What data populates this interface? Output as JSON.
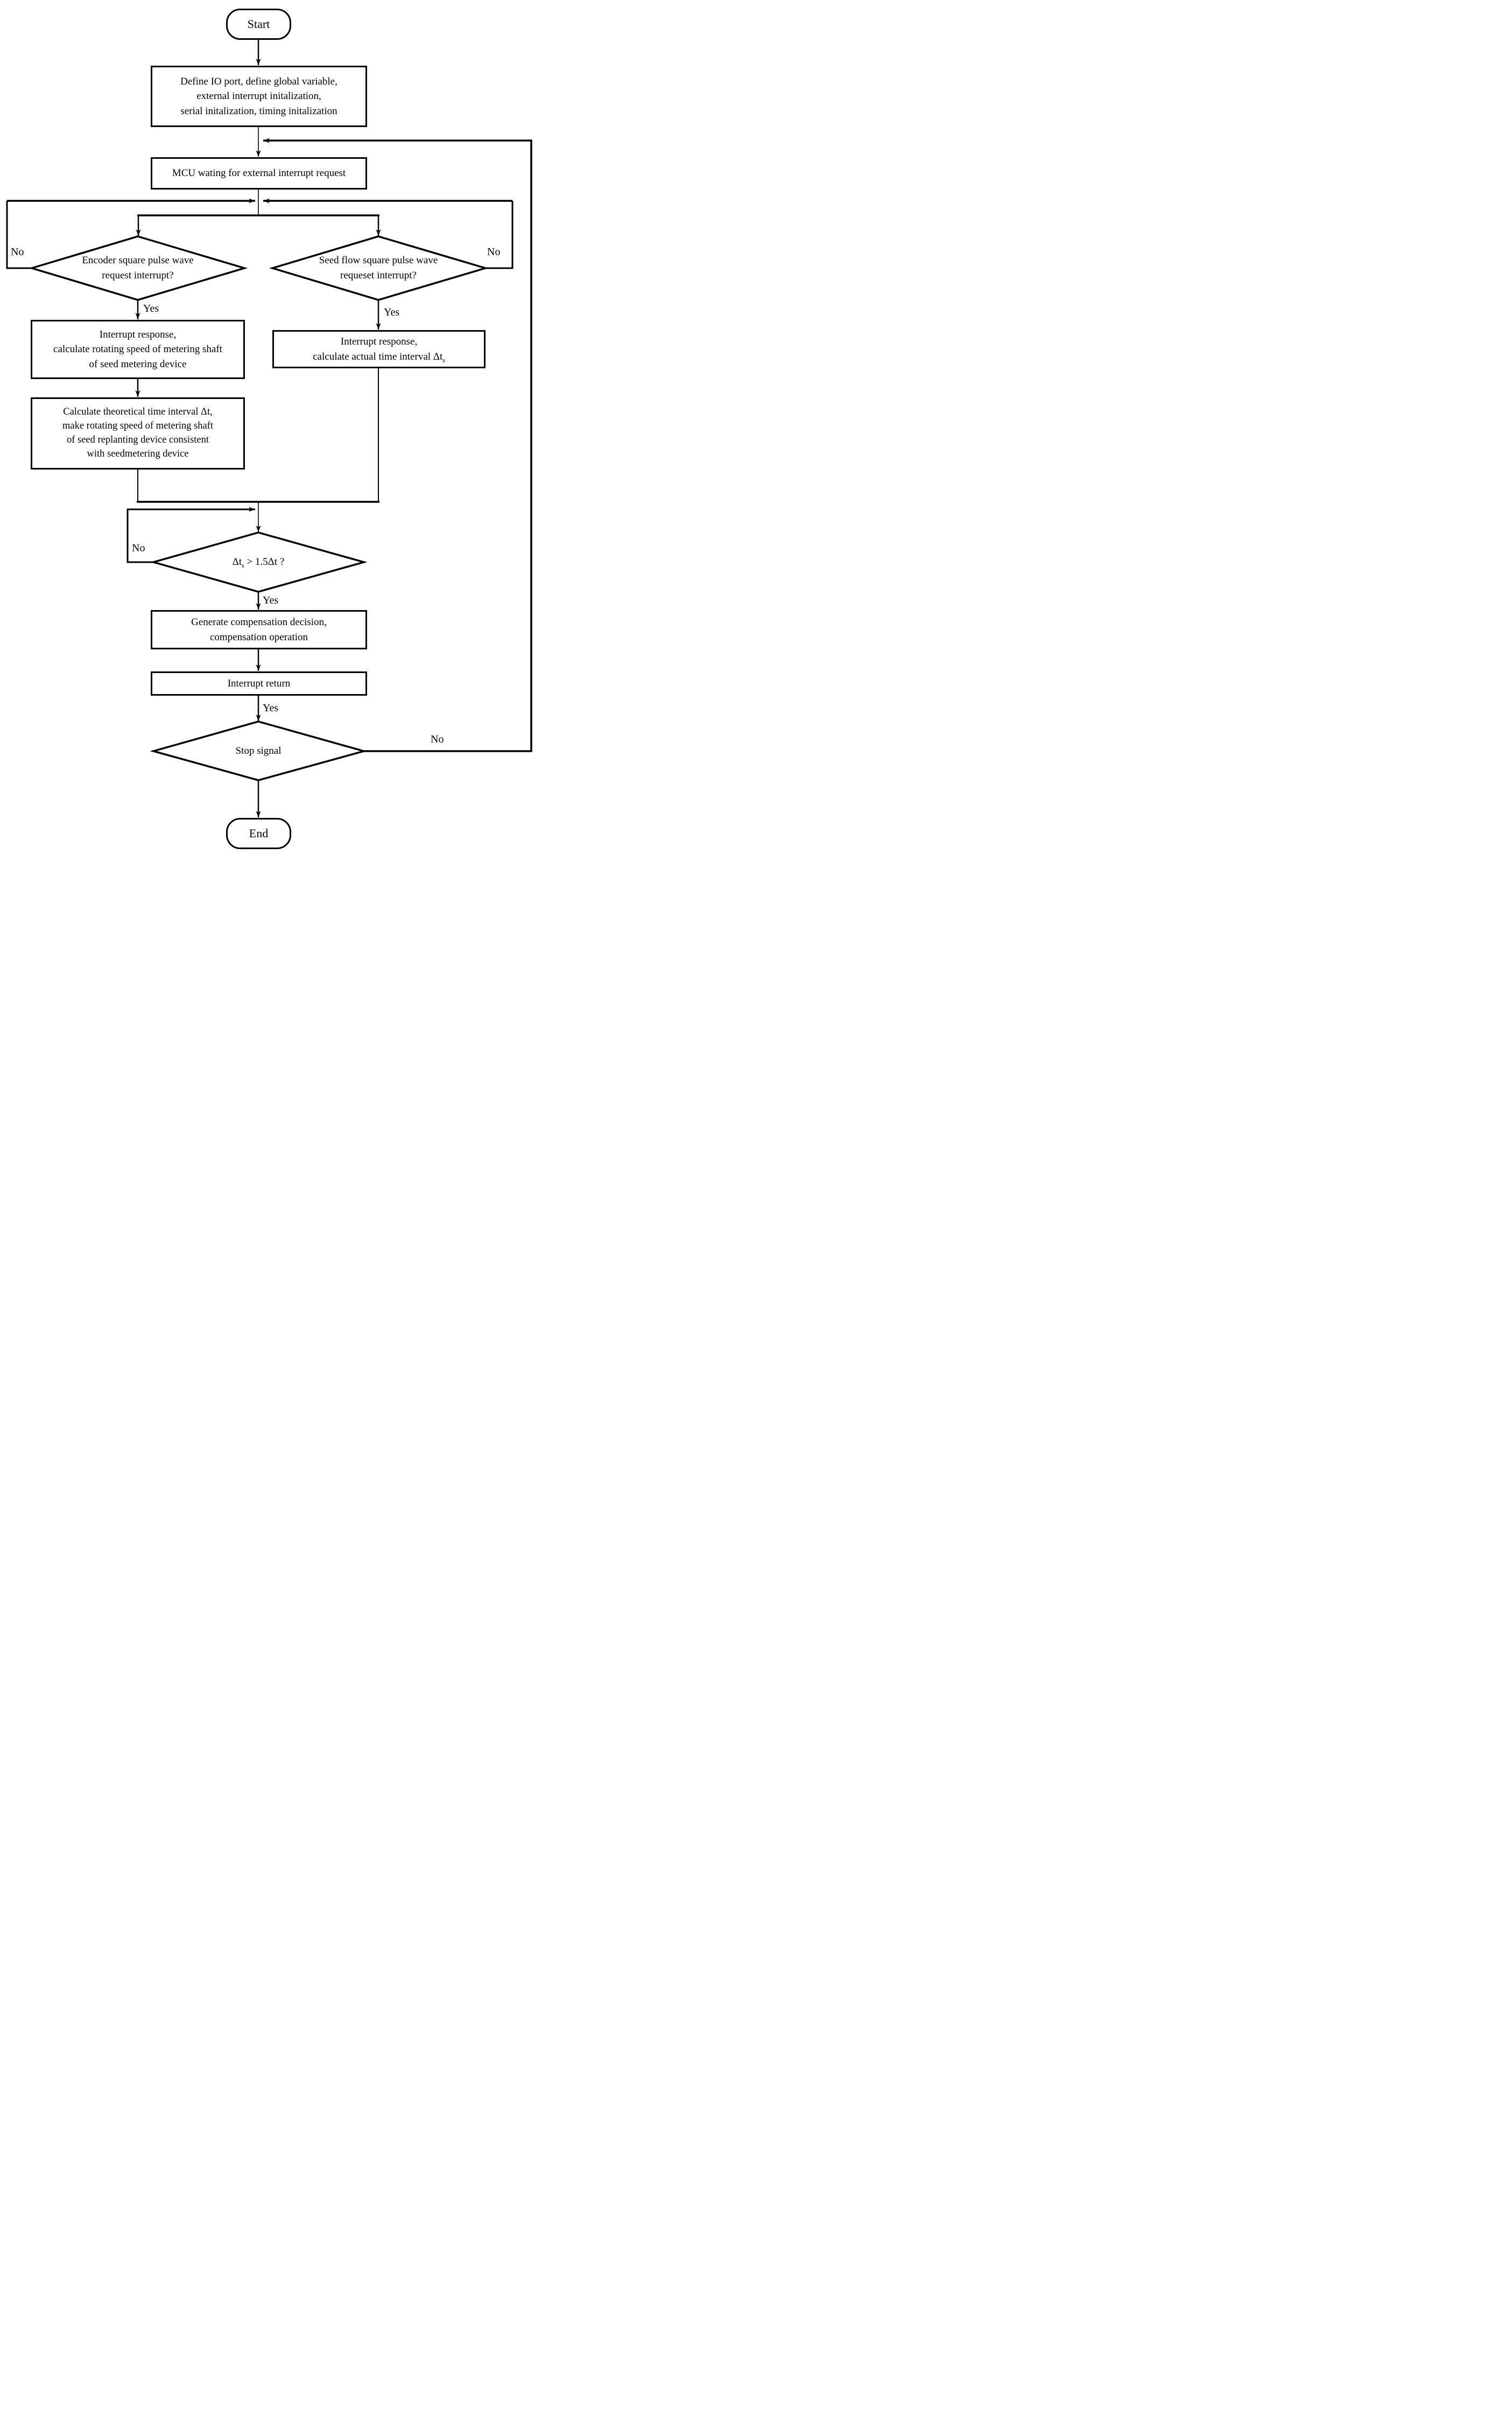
{
  "title": "Seed replanting control flowchart",
  "colors": {
    "line": "#000000",
    "background": "#ffffff",
    "text": "#000000"
  },
  "nodes": {
    "start": {
      "label": "Start"
    },
    "init": {
      "text": "Define IO port, define global variable,\nexternal interrupt initalization,\nserial initalization, timing initalization"
    },
    "mcu_wait": {
      "text": "MCU wating for external interrupt request"
    },
    "encoder_decision": {
      "text": "Encoder square pulse wave\nrequest interrupt?"
    },
    "seedflow_decision": {
      "text": "Seed flow square pulse wave\nrequeset interrupt?"
    },
    "encoder_response": {
      "text": "Interrupt response,\ncalculate rotating speed of metering shaft\nof seed metering device"
    },
    "calc_theoretical": {
      "text": "Calculate theoretical time interval Δt,\nmake rotating speed of metering shaft\nof seed replanting device consistent\nwith seedmetering device"
    },
    "seedflow_response": {
      "prefix": "Interrupt response,\ncalculate actual time interval Δt",
      "subscript": "s"
    },
    "interval_decision": {
      "prefix": "Δt",
      "subscript": "s",
      "suffix": " > 1.5Δt ?"
    },
    "compensation": {
      "text": "Generate compensation decision,\ncompensation operation"
    },
    "interrupt_return": {
      "text": "Interrupt return"
    },
    "stop_decision": {
      "text": "Stop signal"
    },
    "end": {
      "label": "End"
    }
  },
  "edge_labels": {
    "encoder_no": "No",
    "encoder_yes": "Yes",
    "seedflow_no": "No",
    "seedflow_yes": "Yes",
    "interval_no": "No",
    "interval_yes": "Yes",
    "return_yes": "Yes",
    "stop_no": "No"
  }
}
